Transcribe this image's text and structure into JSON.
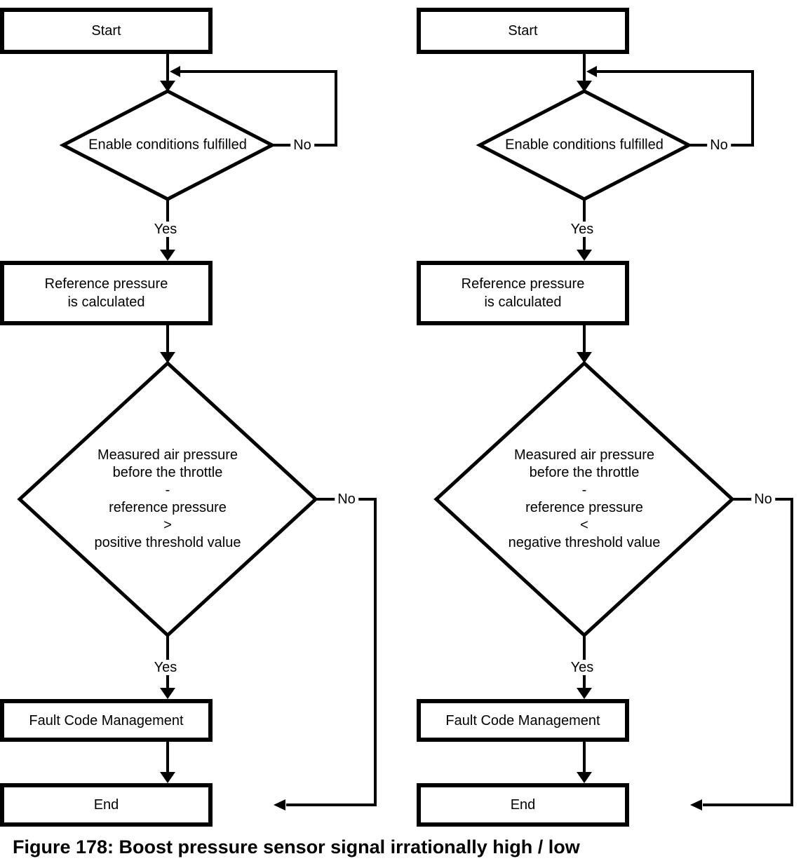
{
  "colors": {
    "ink": "#000000",
    "paper": "#ffffff"
  },
  "caption": "Figure 178: Boost pressure sensor signal irrationally high / low",
  "charts": {
    "high": {
      "start": "Start",
      "enable_decision": "Enable conditions fulfilled",
      "enable_no": "No",
      "enable_yes": "Yes",
      "reference_process": "Reference pressure\nis calculated",
      "threshold_decision": "Measured air pressure\nbefore the throttle\n-\nreference pressure\n>\npositive threshold value",
      "threshold_no": "No",
      "threshold_yes": "Yes",
      "fault_process": "Fault Code Management",
      "end": "End"
    },
    "low": {
      "start": "Start",
      "enable_decision": "Enable conditions fulfilled",
      "enable_no": "No",
      "enable_yes": "Yes",
      "reference_process": "Reference pressure\nis calculated",
      "threshold_decision": "Measured air pressure\nbefore the throttle\n-\nreference pressure\n<\nnegative threshold value",
      "threshold_no": "No",
      "threshold_yes": "Yes",
      "fault_process": "Fault Code Management",
      "end": "End"
    }
  }
}
